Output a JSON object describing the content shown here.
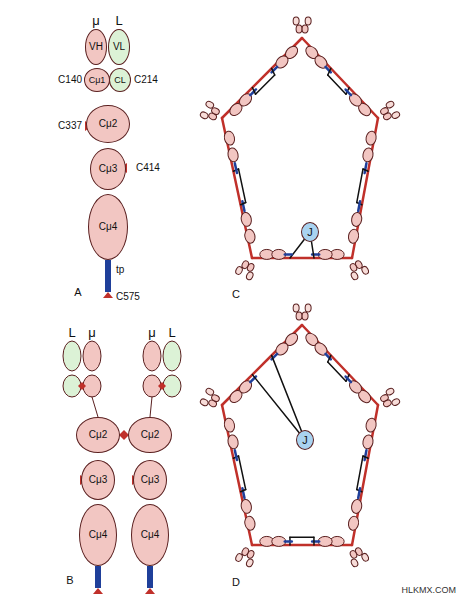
{
  "diagram": {
    "nodes": [
      {
        "text": [
          "VH"
        ]
      },
      {
        "text": [
          "VL"
        ]
      },
      {
        "text": [
          "Cμ1"
        ]
      },
      {
        "text": [
          "CL"
        ]
      },
      {
        "text": [
          "Cμ2"
        ]
      },
      {
        "text": [
          "Cμ3"
        ]
      },
      {
        "text": [
          "Cμ4"
        ]
      },
      {
        "text": [
          "Cμ2"
        ]
      },
      {
        "text": [
          "Cμ3"
        ]
      },
      {
        "text": [
          "Cμ4"
        ]
      },
      {
        "text": [
          "Cμ2"
        ]
      },
      {
        "text": [
          "Cμ3"
        ]
      },
      {
        "text": [
          "Cμ4"
        ]
      },
      {
        "text": [
          "J"
        ]
      },
      {
        "text": [
          "J"
        ]
      }
    ],
    "labels": [
      "μ",
      "L",
      "C140",
      "C214",
      "C337",
      "C414",
      "tp",
      "C575",
      "A",
      "L",
      "μ",
      "μ",
      "L",
      "B",
      "C",
      "D",
      "HLKMX.COM"
    ]
  }
}
